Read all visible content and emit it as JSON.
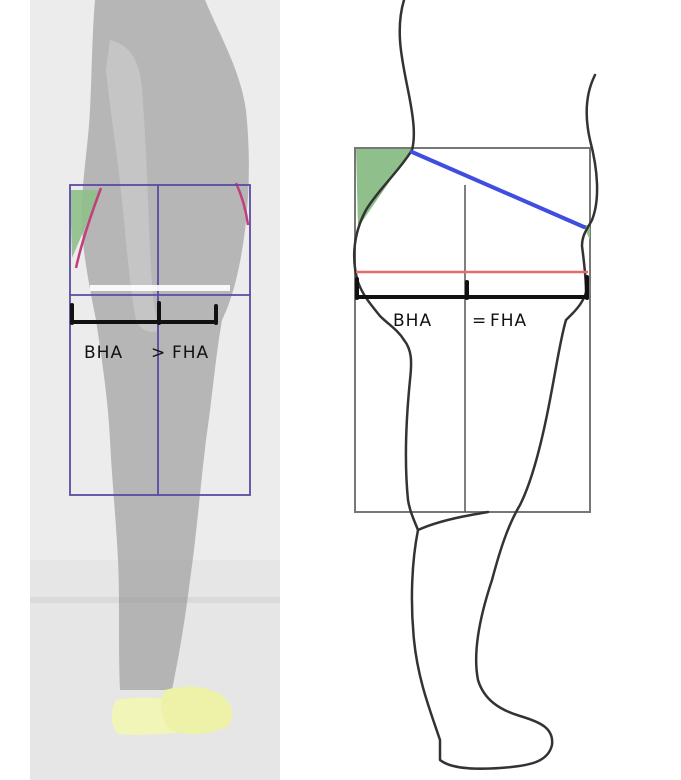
{
  "left_panel": {
    "bha_label": "BHA",
    "comparison": ">",
    "fha_label": "FHA"
  },
  "right_panel": {
    "bha_label": "BHA",
    "comparison": "=",
    "fha_label": "FHA"
  },
  "colors": {
    "grid_purple": "#5b4aa3",
    "shade_green": "#8fbf8a",
    "waist_blue": "#3f4ee0",
    "hip_red": "#e86a6a",
    "outline": "#333333",
    "measure_black": "#111111",
    "photo_bg": "#eeeeee",
    "photo_figure": "#4e4e4e"
  }
}
